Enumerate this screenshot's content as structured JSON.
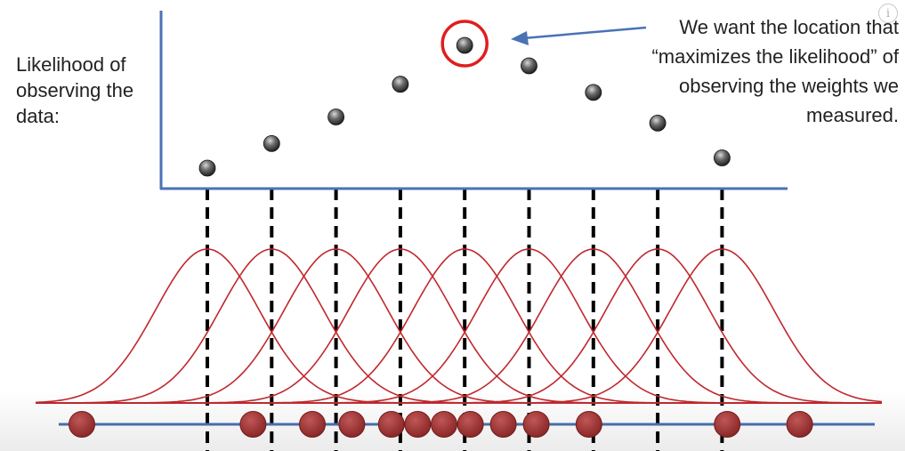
{
  "y_axis_label": "Likelihood of observing the data:",
  "annotation": {
    "lines": [
      "We want the location that",
      "“maximizes the likelihood” of",
      "observing the weights we",
      "measured."
    ]
  },
  "info_icon_glyph": "i",
  "colors": {
    "axis": "#4a72b5",
    "curve": "#c0282e",
    "highlight_circle": "#e01d1d",
    "data_point_fill": "#b23a3a",
    "likelihood_point_fill": "#4a4a4a",
    "dashed_line": "#000000",
    "arrow": "#4a72b5"
  },
  "chart_data": {
    "type": "scatter",
    "candidate_locations": [
      1,
      2,
      3,
      4,
      5,
      6,
      7,
      8,
      9
    ],
    "likelihood_values": [
      0.1,
      0.22,
      0.35,
      0.51,
      0.7,
      0.6,
      0.47,
      0.32,
      0.15
    ],
    "max_likelihood_index": 4,
    "measured_weights": [
      -0.5,
      2.1,
      3.0,
      3.6,
      4.2,
      4.6,
      5.0,
      5.4,
      5.9,
      6.4,
      7.2,
      9.3,
      10.4
    ],
    "curve_type": "normal distribution"
  }
}
